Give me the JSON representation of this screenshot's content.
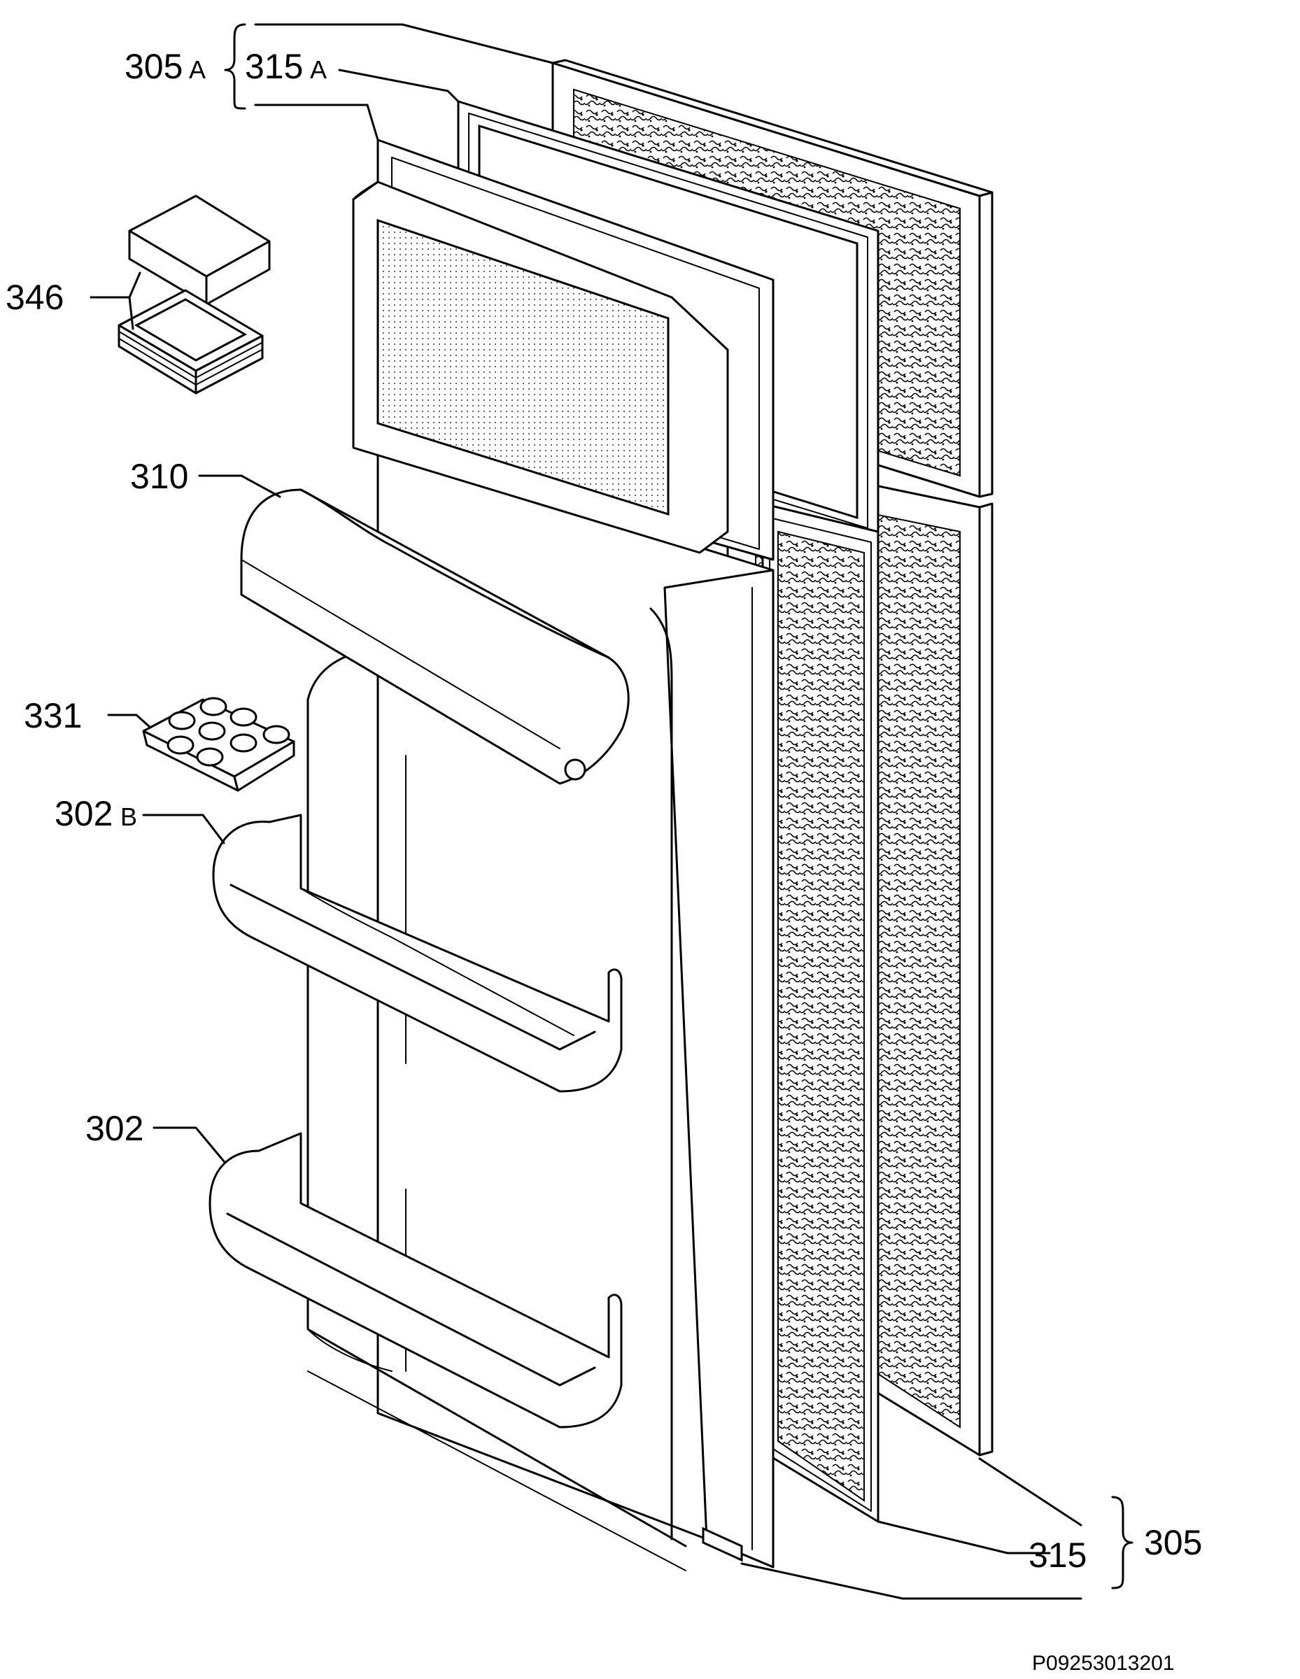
{
  "labels": {
    "p305A_num": "305",
    "p305A_suf": "A",
    "p315A_num": "315",
    "p315A_suf": "A",
    "p346": "346",
    "p310": "310",
    "p331": "331",
    "p302B_num": "302",
    "p302B_suf": "B",
    "p302": "302",
    "p315": "315",
    "p305": "305"
  },
  "drawing_code": "P09253013201"
}
